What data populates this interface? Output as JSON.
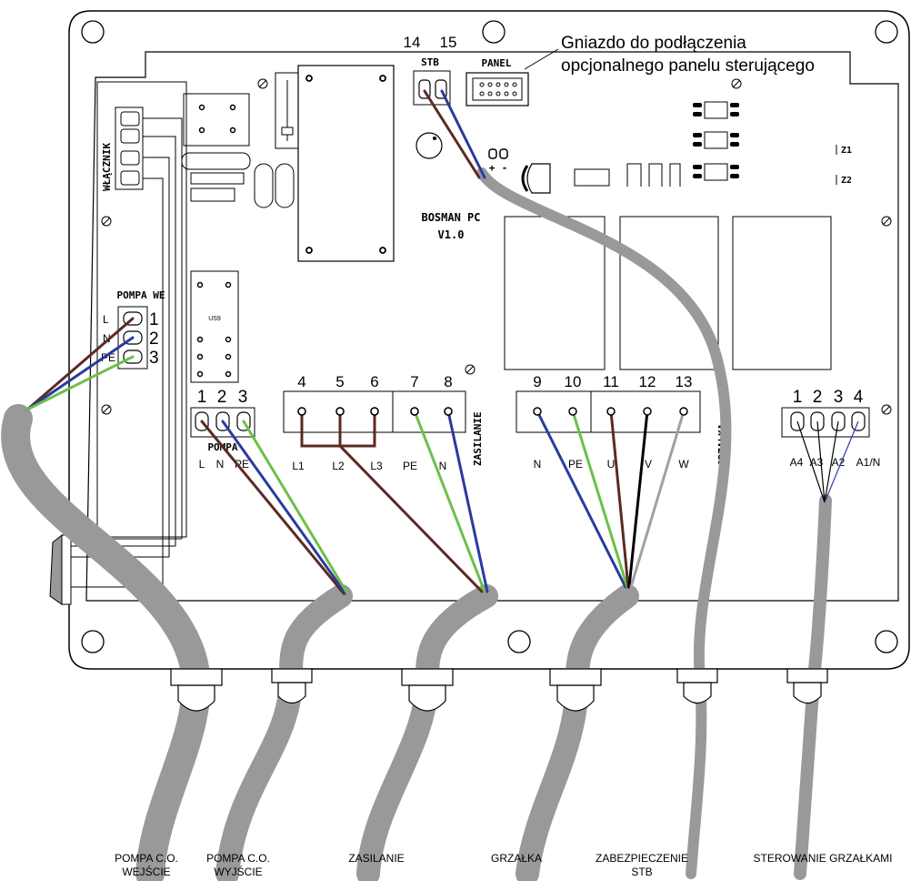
{
  "board": {
    "name": "BOSMAN PC",
    "version": "V1.0"
  },
  "callout": {
    "line1": "Gniazdo do podłączenia",
    "line2": "opcjonalnego panelu sterującego"
  },
  "headers": {
    "stb_num_a": "14",
    "stb_num_b": "15",
    "stb_label": "STB",
    "panel_label": "PANEL"
  },
  "switch_label": "WŁĄCZNIK",
  "pump_in": {
    "title": "POMPA WE",
    "pins": [
      "L",
      "N",
      "PE"
    ],
    "numbers": [
      "1",
      "2",
      "3"
    ]
  },
  "pump_out": {
    "title": "POMPA",
    "numbers": [
      "1",
      "2",
      "3"
    ],
    "pins": [
      "L",
      "N",
      "PE"
    ]
  },
  "supply": {
    "title": "ZASILANIE",
    "numbers": [
      "4",
      "5",
      "6",
      "7",
      "8"
    ],
    "pins": [
      "L1",
      "L2",
      "L3",
      "PE",
      "N"
    ]
  },
  "heater": {
    "title": "GRZAŁKA",
    "numbers": [
      "9",
      "10",
      "11",
      "12",
      "13"
    ],
    "pins": [
      "N",
      "PE",
      "U",
      "V",
      "W"
    ]
  },
  "control": {
    "numbers": [
      "1",
      "2",
      "3",
      "4"
    ],
    "pins": [
      "A4",
      "A3",
      "A2",
      "A1/N"
    ]
  },
  "markings": {
    "z1": "Z1",
    "z2": "Z2",
    "us9": "US9",
    "plus": "+",
    "minus": "-"
  },
  "cables": [
    {
      "line1": "POMPA C.O.",
      "line2": "WEJŚCIE"
    },
    {
      "line1": "POMPA C.O.",
      "line2": "WYJŚCIE"
    },
    {
      "line1": "ZASILANIE",
      "line2": ""
    },
    {
      "line1": "GRZAŁKA",
      "line2": ""
    },
    {
      "line1": "ZABEZPIECZENIE",
      "line2": "STB"
    },
    {
      "line1": "STEROWANIE GRZAŁKAMI",
      "line2": ""
    }
  ],
  "wire_colors": {
    "brown": "#5c2a22",
    "blue": "#2b3a9e",
    "green": "#6cc04a",
    "black": "#000000",
    "grey": "#a0a0a0",
    "cable": "#999999"
  }
}
